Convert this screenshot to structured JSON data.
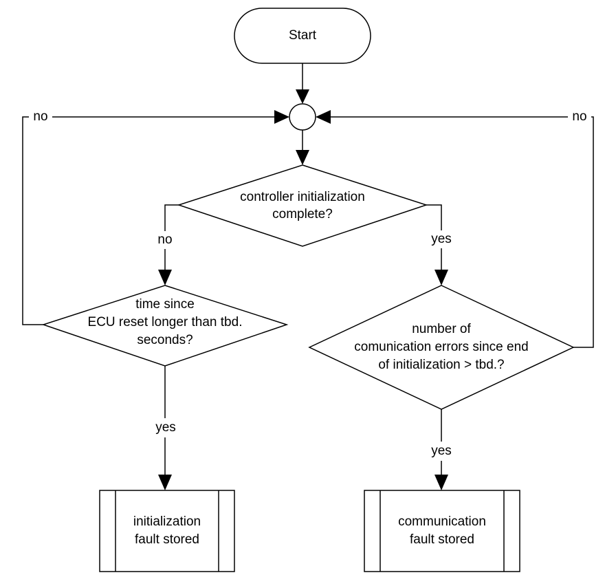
{
  "flowchart": {
    "start": {
      "label": "Start"
    },
    "decision_init": {
      "lines": [
        "controller initialization",
        "complete?"
      ]
    },
    "decision_time": {
      "lines": [
        "time since",
        "ECU reset longer than tbd.",
        "seconds?"
      ]
    },
    "decision_comm": {
      "lines": [
        "number of",
        "comunication errors since end",
        "of initialization > tbd.?"
      ]
    },
    "process_init_fault": {
      "lines": [
        "initialization",
        "fault stored"
      ]
    },
    "process_comm_fault": {
      "lines": [
        "communication",
        "fault stored"
      ]
    },
    "edge_labels": {
      "init_no": "no",
      "init_yes": "yes",
      "time_no": "no",
      "time_yes": "yes",
      "comm_no": "no",
      "comm_yes": "yes"
    }
  }
}
